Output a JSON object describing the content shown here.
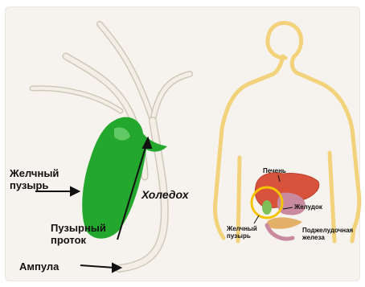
{
  "labels": {
    "gallbladder_line1": "Желчный",
    "gallbladder_line2": "пузырь",
    "cystic_duct_line1": "Пузырный",
    "cystic_duct_line2": "проток",
    "ampulla": "Ампула",
    "choledochus": "Холедох"
  },
  "inset": {
    "liver": "Печень",
    "stomach": "Желудок",
    "gallbladder_line1": "Желчный",
    "gallbladder_line2": "пузырь",
    "pancreas_line1": "Поджелудочная",
    "pancreas_line2": "железа"
  },
  "colors": {
    "gallbladder": "#23a82d",
    "duct": "#f3efe6",
    "body_outline": "#f2d27a",
    "liver": "#d9533c",
    "highlight": "#f5c400"
  }
}
